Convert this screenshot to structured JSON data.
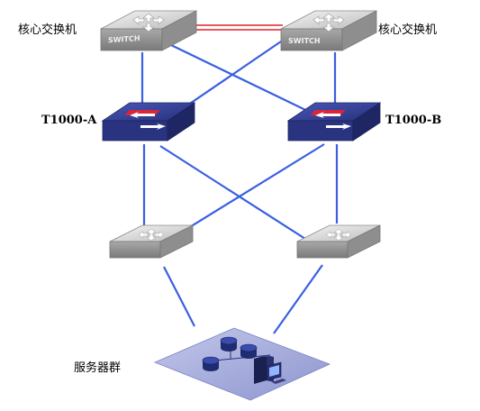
{
  "diagram": {
    "nodes": {
      "core_left": {
        "label": "核心交换机",
        "device_text": "SWITCH"
      },
      "core_right": {
        "label": "核心交换机",
        "device_text": "SWITCH"
      },
      "fw_a": {
        "label": "T1000-A"
      },
      "fw_b": {
        "label": "T1000-B"
      },
      "access_left": {
        "label": ""
      },
      "access_right": {
        "label": ""
      },
      "servers": {
        "label": "服务器群"
      }
    },
    "colors": {
      "link": "#3a5fe0",
      "core_link": "#e0202a",
      "switch_gray": "#c8c8c8",
      "firewall_blue": "#2e3a8c",
      "floor": "#a9b0dc"
    }
  }
}
